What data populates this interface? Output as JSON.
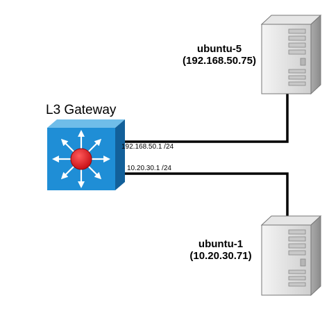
{
  "gateway": {
    "title": "L3 Gateway",
    "icon": "layer3-switch-icon",
    "color": "#1f8ed6",
    "hub_color": "#e2141e"
  },
  "hosts": [
    {
      "name": "ubuntu-5",
      "ip": "(192.168.50.75)",
      "icon": "server-tower-icon"
    },
    {
      "name": "ubuntu-1",
      "ip": "(10.20.30.71)",
      "icon": "server-tower-icon"
    }
  ],
  "links": [
    {
      "label": "192.168.50.1 /24",
      "to": "ubuntu-5"
    },
    {
      "label": "10.20.30.1 /24",
      "to": "ubuntu-1"
    }
  ]
}
